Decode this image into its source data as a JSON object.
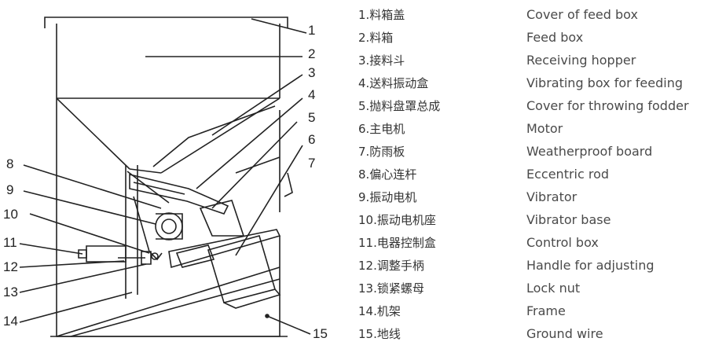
{
  "diagram": {
    "callouts": [
      "1",
      "2",
      "3",
      "4",
      "5",
      "6",
      "7",
      "8",
      "9",
      "10",
      "11",
      "12",
      "13",
      "14",
      "15"
    ]
  },
  "legend": {
    "items": [
      {
        "cn": "1.料箱盖",
        "en": "Cover of feed box"
      },
      {
        "cn": "2.料箱",
        "en": "Feed box"
      },
      {
        "cn": "3.接料斗",
        "en": "Receiving hopper"
      },
      {
        "cn": "4.送料振动盒",
        "en": "Vibrating box for feeding"
      },
      {
        "cn": "5.抛料盘罩总成",
        "en": "Cover for throwing fodder"
      },
      {
        "cn": "6.主电机",
        "en": "Motor"
      },
      {
        "cn": "7.防雨板",
        "en": "Weatherproof board"
      },
      {
        "cn": "8.偏心连杆",
        "en": "Eccentric rod"
      },
      {
        "cn": "9.振动电机",
        "en": "Vibrator"
      },
      {
        "cn": "10.振动电机座",
        "en": "Vibrator base"
      },
      {
        "cn": "11.电器控制盒",
        "en": "Control box"
      },
      {
        "cn": "12.调整手柄",
        "en": "Handle for adjusting"
      },
      {
        "cn": "13.锁紧螺母",
        "en": "Lock nut"
      },
      {
        "cn": "14.机架",
        "en": "Frame"
      },
      {
        "cn": "15.地线",
        "en": "Ground wire"
      }
    ]
  }
}
